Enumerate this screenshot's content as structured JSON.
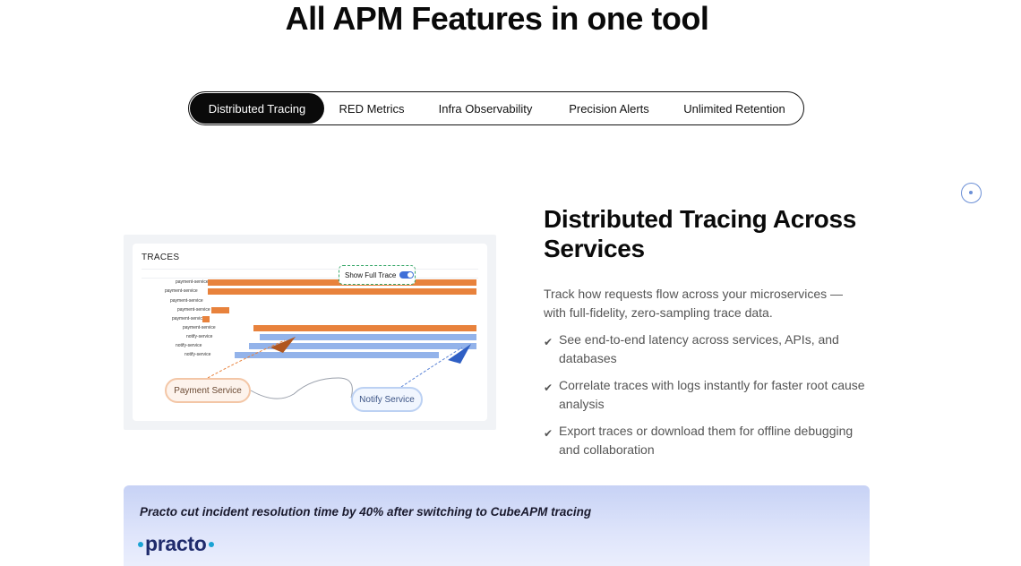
{
  "hero": {
    "title": "All APM Features in one tool"
  },
  "tabs": [
    {
      "label": "Distributed Tracing",
      "active": true
    },
    {
      "label": "RED Metrics",
      "active": false
    },
    {
      "label": "Infra Observability",
      "active": false
    },
    {
      "label": "Precision Alerts",
      "active": false
    },
    {
      "label": "Unlimited Retention",
      "active": false
    }
  ],
  "screenshot": {
    "traces_label": "TRACES",
    "toggle_label": "Show Full Trace",
    "rows": [
      "payment-service",
      "payment-service",
      "payment-service",
      "payment-service",
      "payment-service",
      "payment-service",
      "notify-service",
      "notify-service",
      "notify-service"
    ],
    "payment_pill": "Payment Service",
    "notify_pill": "Notify Service"
  },
  "feature": {
    "title": "Distributed Tracing Across Services",
    "description": "Track how requests flow across your microservices — with full-fidelity, zero-sampling trace data.",
    "bullets": [
      "See end-to-end latency across services, APIs, and databases",
      "Correlate traces with logs instantly for faster root cause analysis",
      "Export traces or download them for offline debugging and collaboration"
    ]
  },
  "case_study": {
    "text": "Practo cut incident resolution time by 40% after switching to CubeAPM tracing",
    "logo": "practo"
  },
  "colors": {
    "accent_orange": "#e8823c",
    "accent_blue": "#93b3ea",
    "tab_active": "#0a0a0a",
    "logo_navy": "#1f2b6c",
    "logo_cyan": "#1aa3d4"
  }
}
